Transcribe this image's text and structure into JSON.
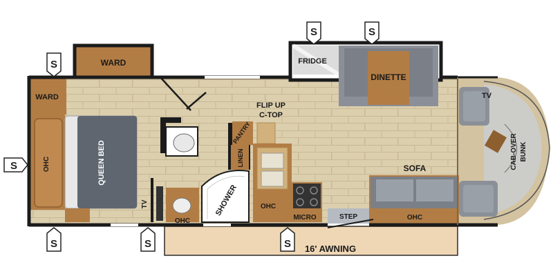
{
  "colors": {
    "wall": "#1b1b1b",
    "floor_tile": "#d9cba9",
    "cabinet": "#b27d45",
    "cabinet_dark": "#8e5f2e",
    "upholstery": "#7b8088",
    "upholstery_light": "#9aa0a8",
    "bed": "#5f6670",
    "awning": "#efd7b5",
    "cab": "#c9ced3"
  },
  "labels": {
    "ward_top": "WARD",
    "ward_left": "WARD",
    "fridge": "FRIDGE",
    "dinette": "DINETTE",
    "tv_cab": "TV",
    "flip_up_line1": "FLIP UP",
    "flip_up_line2": "C-TOP",
    "pantry": "PANTRY",
    "linen": "LINEN",
    "queen_bed": "QUEEN BED",
    "ohc_bed": "OHC",
    "tv_bed": "TV",
    "ohc_bath": "OHC",
    "shower": "SHOWER",
    "ohc_kitchen": "OHC",
    "micro": "MICRO",
    "step": "STEP",
    "ohc_sofa": "OHC",
    "sofa": "SOFA",
    "cab_over_line1": "CAB-OVER",
    "cab_over_line2": "BUNK",
    "awning": "16' AWNING"
  },
  "slide_marker_label": "S",
  "slide_markers": [
    {
      "name": "slide-marker-ward",
      "dir": "down"
    },
    {
      "name": "slide-marker-fridge",
      "dir": "down"
    },
    {
      "name": "slide-marker-dinette",
      "dir": "down"
    },
    {
      "name": "slide-marker-rear",
      "dir": "right"
    },
    {
      "name": "slide-marker-bed-bottom",
      "dir": "up"
    },
    {
      "name": "slide-marker-bath-bottom",
      "dir": "up"
    },
    {
      "name": "slide-marker-kitchen-bottom",
      "dir": "up"
    }
  ]
}
